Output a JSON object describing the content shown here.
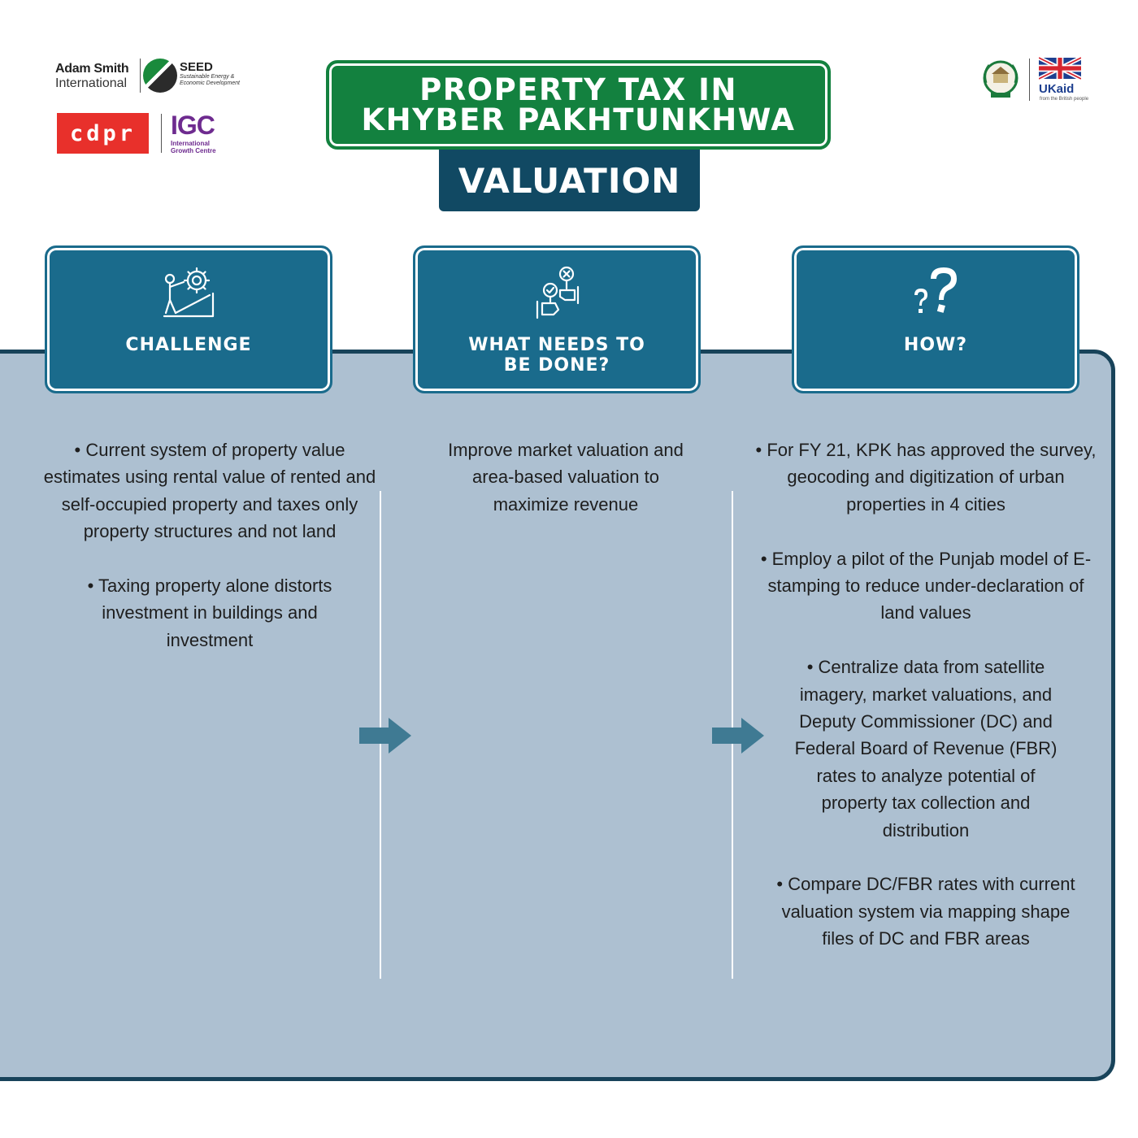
{
  "logos": {
    "asi_line1": "Adam Smith",
    "asi_line2": "International",
    "seed_name": "SEED",
    "seed_tagline": "Sustainable Energy & Economic Development",
    "cdpr": "cdpr",
    "igc_name": "IGC",
    "igc_tagline": "International Growth Centre",
    "ukaid_brand": "UKaid",
    "ukaid_tagline": "from the British people"
  },
  "header": {
    "title_line1": "PROPERTY TAX IN",
    "title_line2": "KHYBER PAKHTUNKHWA",
    "subtitle": "VALUATION"
  },
  "columns": [
    {
      "icon": "person-pushing-gear-icon",
      "heading_line1": "CHALLENGE",
      "heading_line2": "",
      "items": [
        "• Current system of property value estimates using rental value of rented and self-occupied property and taxes only property structures and not land",
        "• Taxing property alone distorts investment in buildings and investment"
      ]
    },
    {
      "icon": "hands-check-cross-icon",
      "heading_line1": "WHAT NEEDS TO",
      "heading_line2": "BE DONE?",
      "items": [
        "Improve market valuation and area-based valuation to maximize revenue"
      ]
    },
    {
      "icon": "question-marks-icon",
      "heading_line1": "HOW?",
      "heading_line2": "",
      "items": [
        "• For FY 21, KPK has approved the survey, geocoding and digitization of urban properties in 4 cities",
        "• Employ a pilot of the Punjab model of E-stamping to reduce under-declaration of land values",
        "• Centralize data from satellite imagery, market valuations, and Deputy Commissioner (DC) and Federal Board of Revenue (FBR) rates to analyze potential of property tax collection and distribution",
        "• Compare DC/FBR rates with current valuation system via mapping shape files of DC and FBR areas"
      ]
    }
  ],
  "colors": {
    "title_green": "#13813f",
    "subtitle_navy": "#114963",
    "card_teal": "#1a6b8c",
    "panel_blue": "#adc0d1",
    "panel_border": "#18435a",
    "arrow": "#3f7a93"
  }
}
